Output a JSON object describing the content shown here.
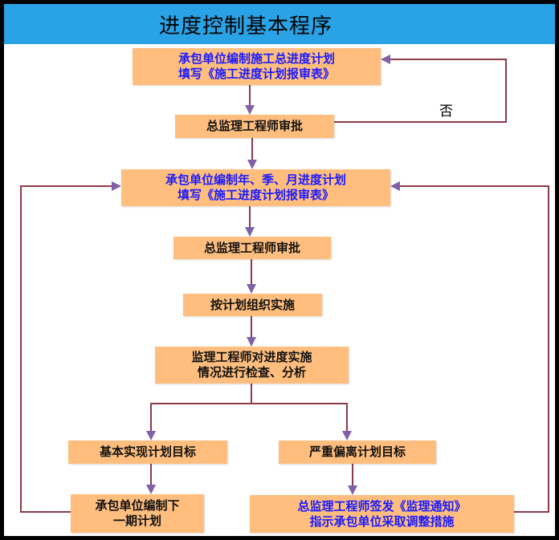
{
  "title": "进度控制基本程序",
  "colors": {
    "header": "#29a3e6",
    "box": "#ffbe7e",
    "line": "#8b3a4a",
    "arrow": "#8060a8",
    "blue_text": "#1a1aff"
  },
  "nodes": {
    "n1": [
      "承包单位编制施工总进度计划",
      "填写《施工进度计划报审表》"
    ],
    "n2": [
      "总监理工程师审批"
    ],
    "n3": [
      "承包单位编制年、季、月进度计划",
      "填写《施工进度计划报审表》"
    ],
    "n4": [
      "总监理工程师审批"
    ],
    "n5": [
      "按计划组织实施"
    ],
    "n6": [
      "监理工程师对进度实施",
      "情况进行检查、分析"
    ],
    "n7": [
      "基本实现计划目标"
    ],
    "n8": [
      "严重偏离计划目标"
    ],
    "n9": [
      "承包单位编制下",
      "一期计划"
    ],
    "n10": [
      "总监理工程师签发《监理通知》",
      "指示承包单位采取调整措施"
    ]
  },
  "labels": {
    "no": "否"
  }
}
